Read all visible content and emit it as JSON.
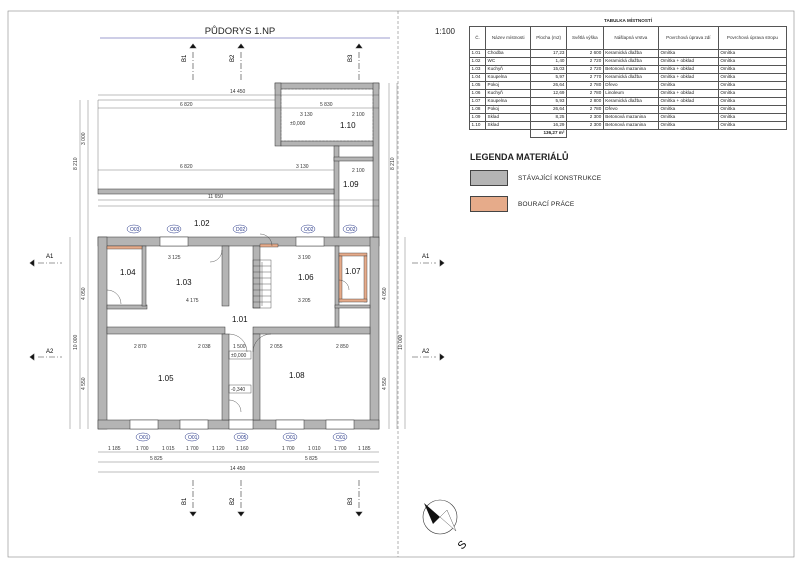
{
  "plan": {
    "title": "PŮDORYS 1.NP",
    "scale": "1:100",
    "rooms": {
      "r101": "1.01",
      "r102": "1.02",
      "r103": "1.03",
      "r104": "1.04",
      "r105": "1.05",
      "r106": "1.06",
      "r107": "1.07",
      "r108": "1.08",
      "r109": "1.09",
      "r110": "1.10"
    },
    "sections": {
      "b1": "B1",
      "b2": "B2",
      "b3": "B3",
      "a1": "A1",
      "a2": "A2"
    },
    "elevations": {
      "e1": "±0,000",
      "e2": "±0,000",
      "e3": "-0,340"
    },
    "tags": {
      "o01": "O01",
      "o02": "O02",
      "o03": "O03",
      "o05": "O05",
      "d02": "D02"
    },
    "dims": {
      "top_total": "14 450",
      "top_left": "6 820",
      "top_right": "5 830",
      "top_sub1": "3 130",
      "top_sub2": "2 100",
      "mid_total": "11 650",
      "mid_left": "6 820",
      "mid_right": "3 130",
      "bot_total": "14 450",
      "bot_left": "5 825",
      "bot_right": "5 825",
      "bot_1": "1 185",
      "bot_2": "1 700",
      "bot_3": "1 015",
      "bot_4": "1 700",
      "bot_5": "1 120",
      "bot_6": "1 160",
      "bot_7": "1 700",
      "bot_8": "1 010",
      "bot_9": "1 700",
      "bot_10": "1 185",
      "left_total": "10 000",
      "left_upper": "8 210",
      "left_a": "3 000",
      "left_b": "4 050",
      "left_c": "4 550",
      "right_total": "10 000",
      "right_a": "8 210",
      "right_b": "4 050",
      "right_c": "4 550",
      "in_3125": "3 125",
      "in_4175": "4 175",
      "in_2870": "2 870",
      "in_2038": "2 038",
      "in_2055": "2 055",
      "in_2850": "2 850",
      "in_3205": "3 205",
      "in_1500": "1 500",
      "in_3190": "3 190",
      "in_2100": "2 100"
    }
  },
  "room_table": {
    "caption": "TABULKA MÍSTNOSTÍ",
    "headers": [
      "Č.",
      "Název místnosti",
      "Plocha (m2)",
      "Světlá výška",
      "Nášlapná vrstva",
      "Povrchová úprava zdí",
      "Povrchová úprava stropu"
    ],
    "rows": [
      [
        "1.01",
        "Chodba",
        "17,23",
        "2 600",
        "Keramická dlažba",
        "Omítka",
        "Omítka"
      ],
      [
        "1.02",
        "WC",
        "1,40",
        "2 720",
        "Keramická dlažba",
        "Omítka + obklad",
        "Omítka"
      ],
      [
        "1.03",
        "Kuchyň",
        "15,03",
        "2 720",
        "Betonová mazanina",
        "Omítka + obklad",
        "Omítka"
      ],
      [
        "1.04",
        "Koupelna",
        "5,97",
        "2 770",
        "Keramická dlažba",
        "Omítka + obklad",
        "Omítka"
      ],
      [
        "1.05",
        "Pokoj",
        "26,64",
        "2 780",
        "Dřevo",
        "Omítka",
        "Omítka"
      ],
      [
        "1.06",
        "Kuchyň",
        "12,69",
        "2 780",
        "Linoleum",
        "Omítka + obklad",
        "Omítka"
      ],
      [
        "1.07",
        "Koupelna",
        "5,93",
        "2 800",
        "Keramická dlažba",
        "Omítka + obklad",
        "Omítka"
      ],
      [
        "1.08",
        "Pokoj",
        "26,64",
        "2 780",
        "Dřevo",
        "Omítka",
        "Omítka"
      ],
      [
        "1.09",
        "Sklad",
        "8,25",
        "2 300",
        "Betonová mazanina",
        "Omítka",
        "Omítka"
      ],
      [
        "1.10",
        "Sklad",
        "16,29",
        "2 300",
        "Betonová mazanina",
        "Omítka",
        "Omítka"
      ]
    ],
    "total": "136,27 m²"
  },
  "legend": {
    "title": "LEGENDA MATERIÁLŮ",
    "items": [
      {
        "label": "STÁVAJÍCÍ KONSTRUKCE",
        "color": "#b4b4b4"
      },
      {
        "label": "BOURACÍ PRÁCE",
        "color": "#e6ab8a"
      }
    ]
  },
  "north": {
    "label": "S"
  },
  "colors": {
    "wall": "#b4b4b4",
    "demolish": "#e6ab8a",
    "line": "#333333",
    "tag": "#2a3a8a"
  }
}
